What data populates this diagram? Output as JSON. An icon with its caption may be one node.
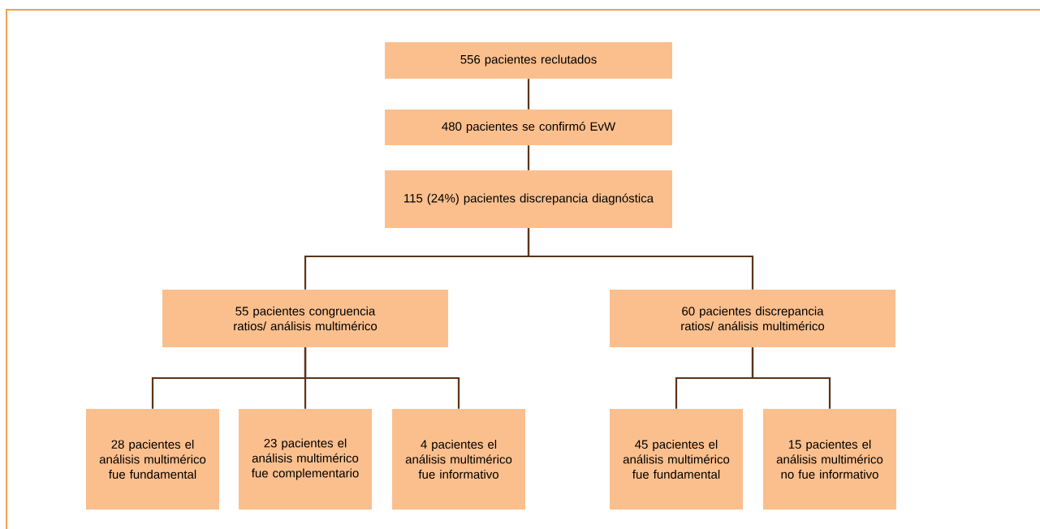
{
  "diagram": {
    "nodes": [
      {
        "text": [
          "556 pacientes reclutados"
        ]
      },
      {
        "text": [
          "480 pacientes se confirmó EvW"
        ]
      },
      {
        "text": [
          "115 (24%) pacientes discrepancia diagnóstica"
        ]
      },
      {
        "text": [
          "55 pacientes congruencia ratios/ análisis multimérico"
        ]
      },
      {
        "text": [
          "60 pacientes discrepancia ratios/ análisis multimérico"
        ]
      },
      {
        "text": [
          "28 pacientes el análisis multimérico fue fundamental"
        ]
      },
      {
        "text": [
          "23 pacientes el análisis multimérico fue complementario"
        ]
      },
      {
        "text": [
          "4 pacientes el análisis multimérico fue informativo"
        ]
      },
      {
        "text": [
          "45 pacientes el análisis multimérico fue fundamental"
        ]
      },
      {
        "text": [
          "15 pacientes el análisis multimérico no fue informativo"
        ]
      }
    ],
    "edges": [
      {
        "from": 0,
        "to": 1,
        "arrow": "none"
      },
      {
        "from": 1,
        "to": 2,
        "arrow": "none"
      },
      {
        "from": 2,
        "to": 3,
        "arrow": "none"
      },
      {
        "from": 2,
        "to": 4,
        "arrow": "none"
      },
      {
        "from": 3,
        "to": 5,
        "arrow": "none"
      },
      {
        "from": 3,
        "to": 6,
        "arrow": "none"
      },
      {
        "from": 3,
        "to": 7,
        "arrow": "none"
      },
      {
        "from": 4,
        "to": 8,
        "arrow": "none"
      },
      {
        "from": 4,
        "to": 9,
        "arrow": "none"
      }
    ]
  }
}
